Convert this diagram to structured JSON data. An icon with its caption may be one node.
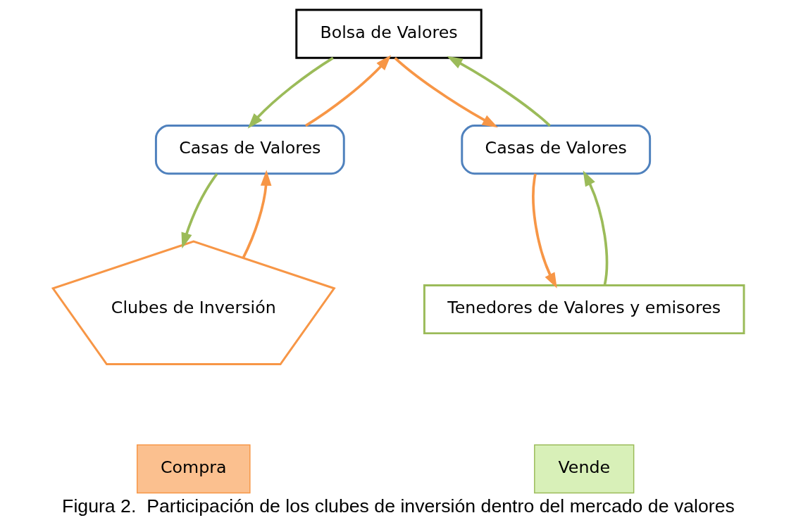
{
  "diagram": {
    "caption": "Figura 2.  Participación de los clubes de inversión dentro del mercado de valores",
    "nodes": [
      {
        "text": [
          "Bolsa de Valores"
        ]
      },
      {
        "text": [
          "Casas de Valores"
        ]
      },
      {
        "text": [
          "Casas de Valores"
        ]
      },
      {
        "text": [
          "Clubes de Inversión"
        ]
      },
      {
        "text": [
          "Tenedores de Valores y emisores"
        ]
      },
      {
        "text": [
          "Compra"
        ]
      },
      {
        "text": [
          "Vende"
        ]
      }
    ],
    "edges": [
      {
        "from": 0,
        "to": 1,
        "arrow": "to",
        "color": "#9bbb59"
      },
      {
        "from": 1,
        "to": 0,
        "arrow": "to",
        "color": "#f79646"
      },
      {
        "from": 0,
        "to": 2,
        "arrow": "to",
        "color": "#f79646"
      },
      {
        "from": 2,
        "to": 0,
        "arrow": "to",
        "color": "#9bbb59"
      },
      {
        "from": 1,
        "to": 3,
        "arrow": "to",
        "color": "#9bbb59"
      },
      {
        "from": 3,
        "to": 1,
        "arrow": "to",
        "color": "#f79646"
      },
      {
        "from": 2,
        "to": 4,
        "arrow": "to",
        "color": "#f79646"
      },
      {
        "from": 4,
        "to": 2,
        "arrow": "to",
        "color": "#9bbb59"
      }
    ]
  }
}
